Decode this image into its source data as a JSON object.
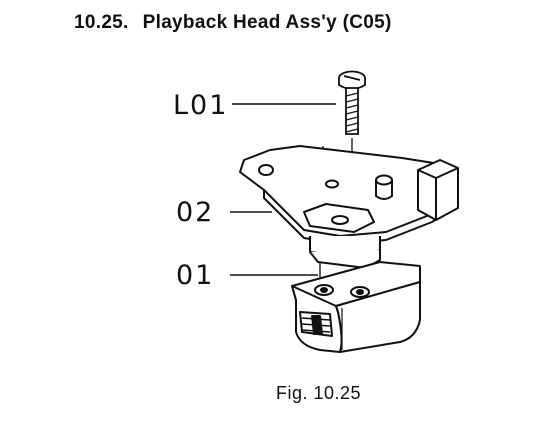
{
  "section": {
    "number": "10.25.",
    "title": "Playback Head Ass'y (C05)"
  },
  "callouts": [
    "L01",
    "02",
    "01"
  ],
  "figure": {
    "caption": "Fig. 10.25"
  }
}
